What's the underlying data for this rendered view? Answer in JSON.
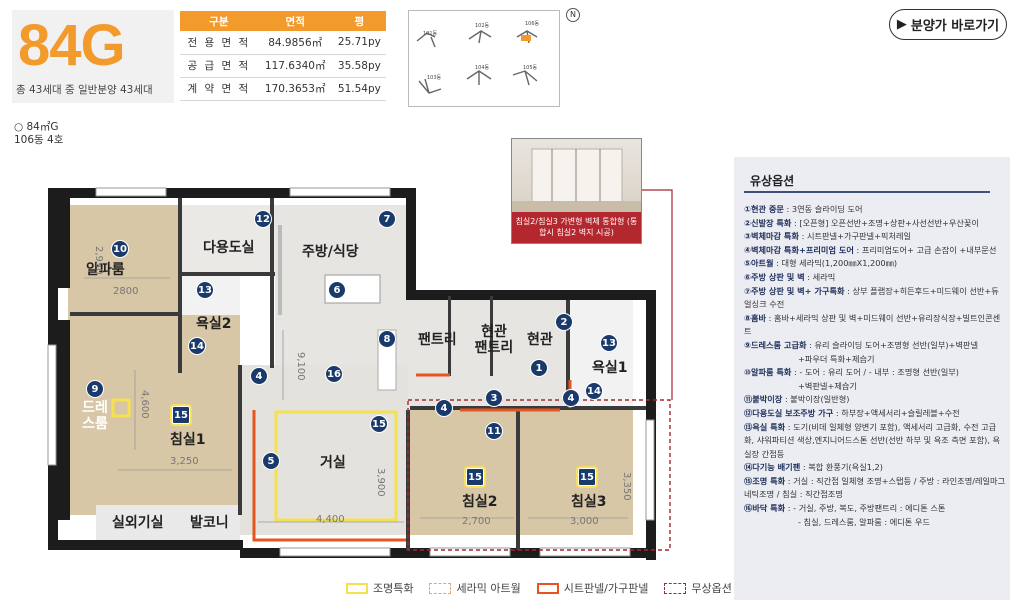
{
  "header": {
    "type_name": "84G",
    "subtitle": "총 43세대 중 일반분양 43세대",
    "area_table": {
      "headers": [
        "구분",
        "면적",
        "평"
      ],
      "rows": [
        [
          "전 용 면 적",
          "84.9856㎡",
          "25.71py"
        ],
        [
          "공 급 면 적",
          "117.6340㎡",
          "35.58py"
        ],
        [
          "계 약 면 적",
          "170.3653㎡",
          "51.54py"
        ]
      ]
    },
    "keymap_labels": [
      "101동",
      "102동",
      "103동",
      "104동",
      "105동",
      "106동"
    ],
    "buy_button_label": "분양가 바로가기",
    "unit_type": "○ 84㎡G",
    "unit_building": "106동 4호"
  },
  "inset": {
    "caption": "침실2/침실3 가변형 벽체 통합형 (통합시 침실2 벽지 시공)"
  },
  "plan": {
    "rooms": {
      "alpha_room": "알파룸",
      "utility": "다용도실",
      "kitchen": "주방/식당",
      "bath2": "욕실2",
      "pantry": "팬트리",
      "entry_pantry": "현관 팬트리",
      "entrance": "현관",
      "bath1": "욕실1",
      "dress_room": "드레 스룸",
      "bedroom1": "침실1",
      "living": "거실",
      "bedroom2": "침실2",
      "bedroom3": "침실3",
      "outdoor_unit": "실외기실",
      "balcony": "발코니"
    },
    "dimensions": {
      "alpha_w": "2800",
      "alpha_h": "2,950",
      "kitchen_h": "9,100",
      "bed1_h": "4,600",
      "bed1_w": "3,250",
      "living_w": "4,400",
      "living_h": "3,900",
      "bed2_w": "2,700",
      "bed3_w": "3,000",
      "bed3_h": "3,350"
    },
    "markers": [
      "1",
      "2",
      "3",
      "4",
      "5",
      "6",
      "7",
      "8",
      "9",
      "10",
      "11",
      "12",
      "13",
      "14",
      "15",
      "16"
    ]
  },
  "legend": [
    {
      "label": "조명특화",
      "color": "#f5e050",
      "style": "solid"
    },
    {
      "label": "세라믹 아트월",
      "color": "#f0a560",
      "style": "dashed"
    },
    {
      "label": "시트판넬/가구판넬",
      "color": "#e8541f",
      "style": "solid"
    },
    {
      "label": "무상옵션",
      "color": "#a0282e",
      "style": "dashed"
    }
  ],
  "options": {
    "title": "유상옵션",
    "items": [
      {
        "num": "①",
        "name": "현관 중문",
        "desc": " : 3연동 슬라이딩 도어"
      },
      {
        "num": "②",
        "name": "신발장 특화",
        "desc": " : [오픈형] 오픈선반+조명+상판+사선선반+우산꽂이"
      },
      {
        "num": "③",
        "name": "벽체마감 특화",
        "desc": " : 시트판넬+가구판넬+픽처레일"
      },
      {
        "num": "④",
        "name": "벽체마감 특화+프리미엄 도어",
        "desc": " : 프리미엄도어+ 고급 손잡이 +내부문선"
      },
      {
        "num": "⑤",
        "name": "아트월",
        "desc": " : 대형 세라믹(1,200㎜X1,200㎜)"
      },
      {
        "num": "⑥",
        "name": "주방 상판 및 벽",
        "desc": " : 세라믹"
      },
      {
        "num": "⑦",
        "name": "주방 상판 및 벽+ 가구특화",
        "desc": " : 상부 플랩장+히든후드+미드웨이 선반+듀얼싱크 수전"
      },
      {
        "num": "⑧",
        "name": "홈바",
        "desc": " : 홈바+세라믹 상판 및 벽+미드웨이 선반+유리장식장+빌트인콘센트"
      },
      {
        "num": "⑨",
        "name": "드레스룸 고급화",
        "desc": " : 유리 슬라이딩 도어+조명형 선반(일부)+벽판넬",
        "desc2": "+파우더 특화+제습기"
      },
      {
        "num": "⑩",
        "name": "알파룸 특화",
        "desc": " : - 도어 : 유리 도어 / - 내부 : 조명형 선반(일부)",
        "desc2": "+벽판넬+제습기"
      },
      {
        "num": "⑪",
        "name": "붙박이장",
        "desc": " : 붙박이장(일반형)"
      },
      {
        "num": "⑫",
        "name": "다용도실 보조주방 가구",
        "desc": " : 하부장+액세서리+슬릴레블+수전"
      },
      {
        "num": "⑬",
        "name": "욕실 특화",
        "desc": " : 도기(비데 일체형 양변기 포함), 액세서리 고급화, 수전 고급화, 샤워파티션 색상,엔지니어드스톤 선반(선반 하부 및 욕조 측면 포함), 욕실장 간접등"
      },
      {
        "num": "⑭",
        "name": "다기능 배기팬",
        "desc": " : 복합 환풍기(욕실1,2)"
      },
      {
        "num": "⑮",
        "name": "조명 특화",
        "desc": " : 거실 : 직간접 일체형 조명+스탭등 / 주방 : 라인조명/레일마그네틱조명 / 침실 : 직간접조명"
      },
      {
        "num": "⑯",
        "name": "바닥 특화",
        "desc": " : - 거실, 주방, 복도, 주방팬트리 : 에디톤 스톤",
        "desc2": "- 침실, 드레스룸, 알파룸 : 에디톤 우드"
      }
    ]
  }
}
